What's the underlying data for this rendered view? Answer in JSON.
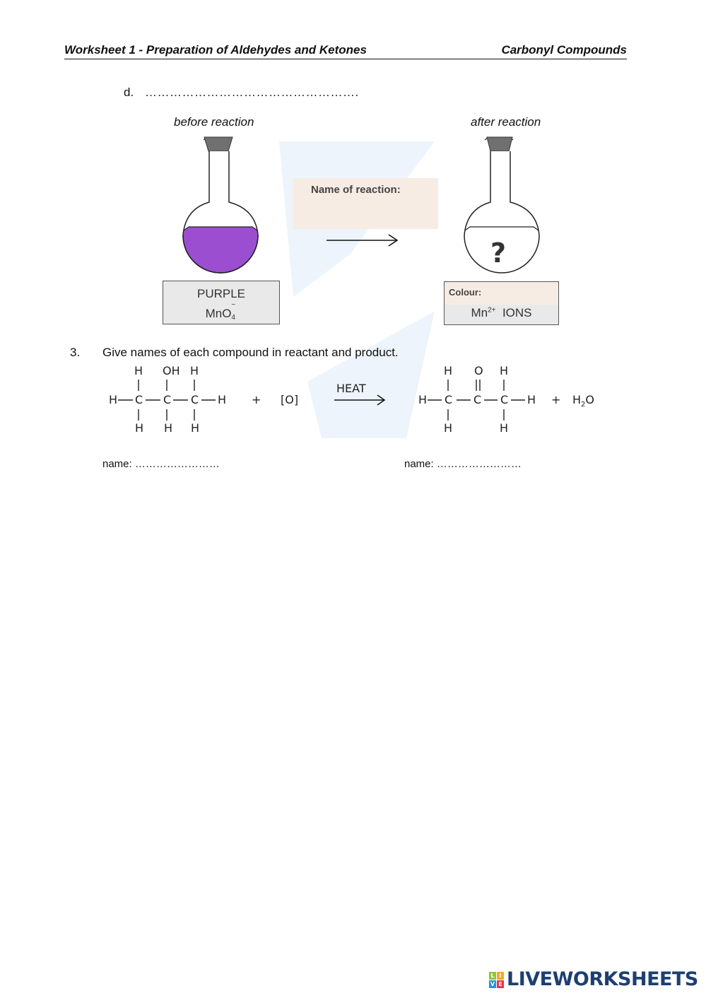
{
  "header": {
    "left_title": "Worksheet 1 - Preparation of Aldehydes and Ketones",
    "right_title": "Carbonyl Compounds"
  },
  "question_d": {
    "label": "d.",
    "answer_blank": "……………………………………………."
  },
  "diagram": {
    "before_caption": "before reaction",
    "after_caption": "after reaction",
    "reaction_box_label": "Name of reaction:",
    "before_label": {
      "colour": "PURPLE",
      "ion_base": "MnO",
      "ion_sub": "4",
      "ion_sup": "−"
    },
    "after_label": {
      "colour_prompt": "Colour:",
      "ion_base": "Mn",
      "ion_sup": "2+",
      "ion_suffix": "IONS"
    },
    "unknown_symbol": "?",
    "colors": {
      "purple_solution": "#9b4fd0",
      "stopper": "#707070",
      "reaction_box_bg": "#f7ece4",
      "label_box_bg": "#e9e9e9"
    }
  },
  "question_3": {
    "number": "3.",
    "text": "Give names of each compound in reactant and product.",
    "reactant": {
      "atoms": {
        "H": "H",
        "C": "C",
        "OH": "OH"
      },
      "plus": "+",
      "oxidant": "[O]"
    },
    "arrow_label": "HEAT",
    "product": {
      "atoms": {
        "H": "H",
        "C": "C",
        "O": "O"
      },
      "plus": "+",
      "water_base": "H",
      "water_sub": "2",
      "water_end": "O"
    },
    "name_left": "name: ……………………",
    "name_right": "name: ……………………"
  },
  "footer": {
    "logo_text": "LIVEWORKSHEETS",
    "logo_tiles": [
      "L",
      "I",
      "V",
      "E"
    ]
  }
}
